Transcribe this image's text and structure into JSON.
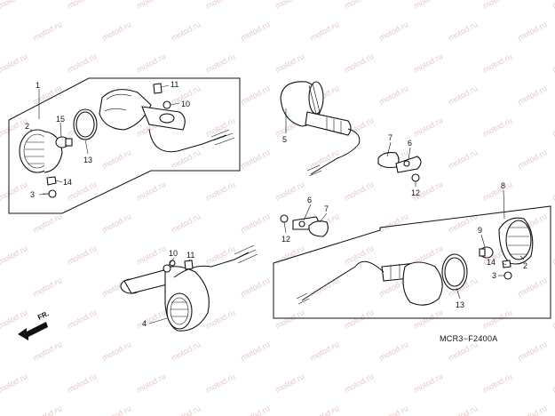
{
  "watermark": {
    "text": "motod.ru",
    "color": "#e6c9c9"
  },
  "diagram": {
    "code": "MCR3−F2400A",
    "direction_label": "FR.",
    "callouts": {
      "c1": "1",
      "c2a": "2",
      "c15": "15",
      "c13a": "13",
      "c14a": "14",
      "c3a": "3",
      "c11a": "11",
      "c10a": "10",
      "c5": "5",
      "c7a": "7",
      "c6a": "6",
      "c12a": "12",
      "c6b": "6",
      "c7b": "7",
      "c12b": "12",
      "c8": "8",
      "c9": "9",
      "c2b": "2",
      "c14b": "14",
      "c3b": "3",
      "c13b": "13",
      "c10b": "10",
      "c11b": "11",
      "c4": "4"
    }
  }
}
